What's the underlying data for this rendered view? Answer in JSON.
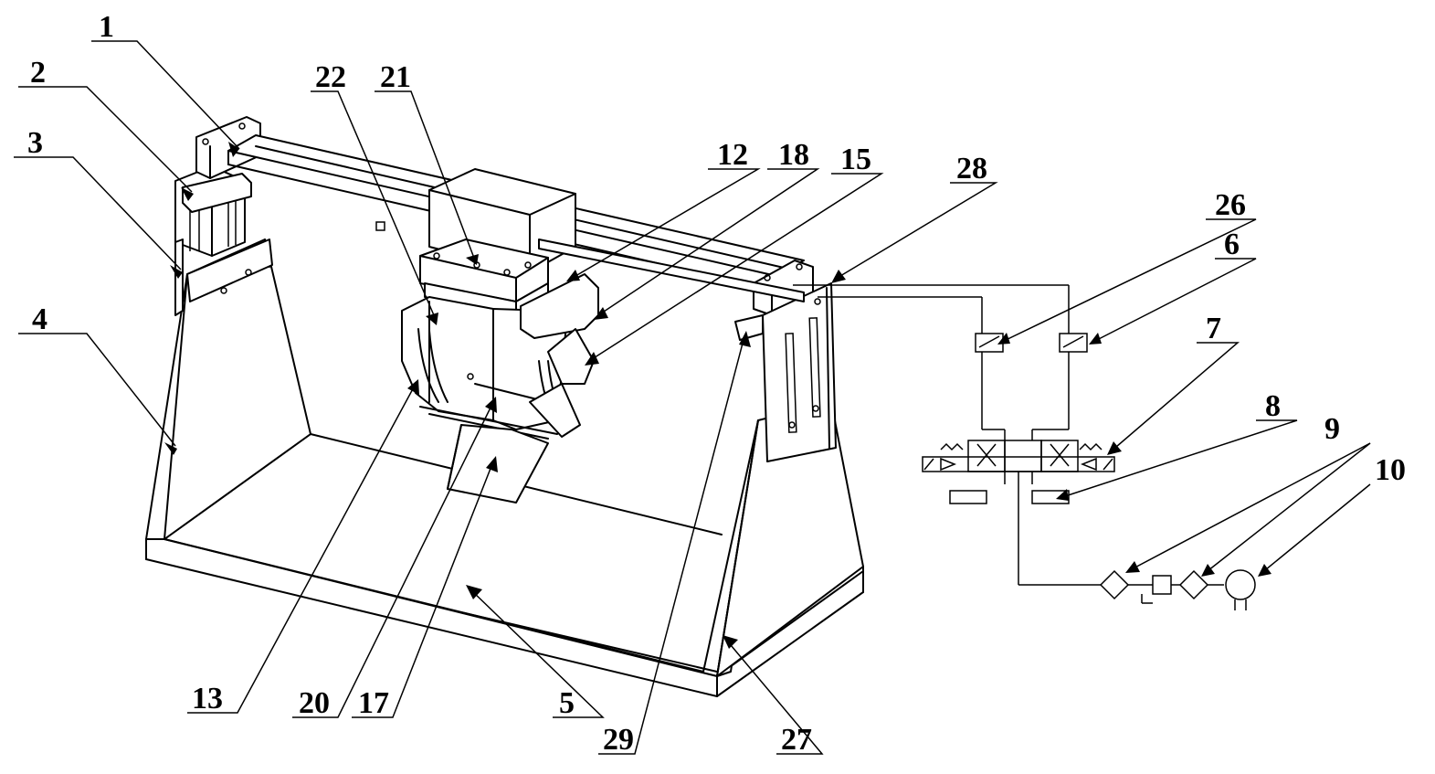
{
  "callouts": [
    {
      "id": "1",
      "text": "1"
    },
    {
      "id": "2",
      "text": "2"
    },
    {
      "id": "3",
      "text": "3"
    },
    {
      "id": "4",
      "text": "4"
    },
    {
      "id": "5",
      "text": "5"
    },
    {
      "id": "6",
      "text": "6"
    },
    {
      "id": "7",
      "text": "7"
    },
    {
      "id": "8",
      "text": "8"
    },
    {
      "id": "9",
      "text": "9"
    },
    {
      "id": "10",
      "text": "10"
    },
    {
      "id": "12",
      "text": "12"
    },
    {
      "id": "13",
      "text": "13"
    },
    {
      "id": "15",
      "text": "15"
    },
    {
      "id": "17",
      "text": "17"
    },
    {
      "id": "18",
      "text": "18"
    },
    {
      "id": "20",
      "text": "20"
    },
    {
      "id": "21",
      "text": "21"
    },
    {
      "id": "22",
      "text": "22"
    },
    {
      "id": "26",
      "text": "26"
    },
    {
      "id": "27",
      "text": "27"
    },
    {
      "id": "28",
      "text": "28"
    },
    {
      "id": "29",
      "text": "29"
    }
  ]
}
